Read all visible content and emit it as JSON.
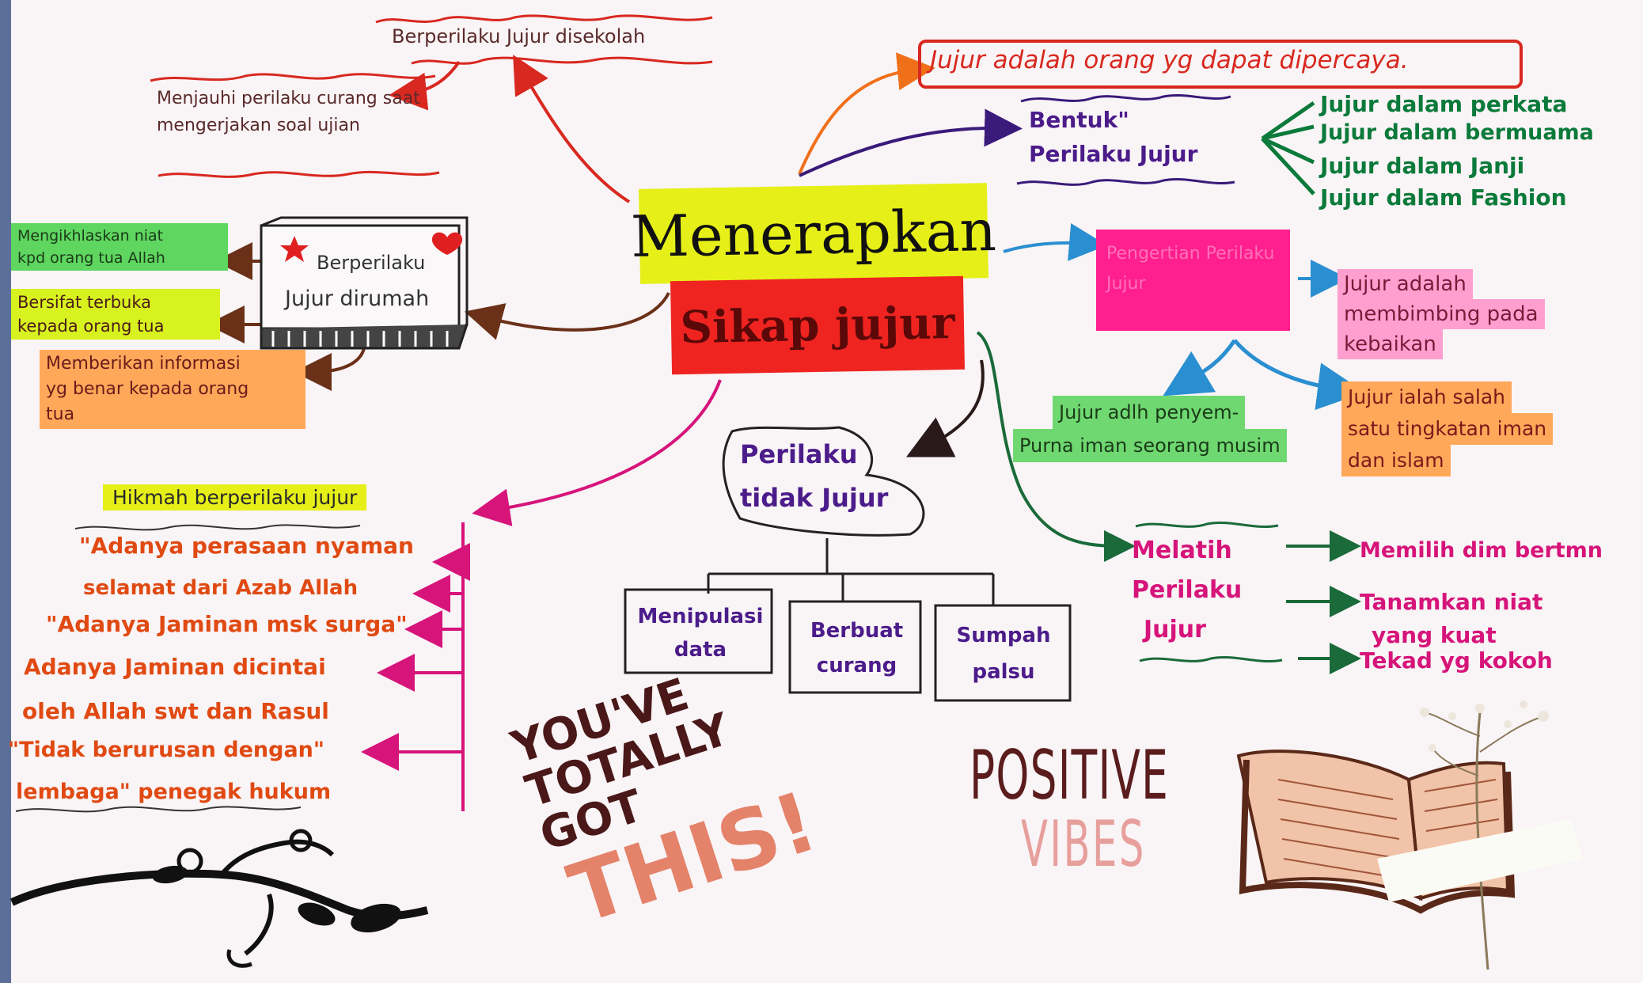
{
  "center": {
    "line1": "Menerapkan",
    "line2": "Sikap jujur"
  },
  "school": {
    "title": "Berperilaku Jujur disekolah",
    "item": "Menjauhi perilaku curang saat mengerjakan soal ujian"
  },
  "trust": "Jujur adalah orang yg dapat dipercaya.",
  "forms": {
    "title_line1": "Bentuk\"",
    "title_line2": "Perilaku Jujur",
    "items": [
      "Jujur dalam perkata",
      "Jujur dalam bermuama",
      "Jujur dalam Janji",
      "Jujur dalam Fashion"
    ]
  },
  "home": {
    "title_line1": "Berperilaku",
    "title_line2": "Jujur dirumah",
    "items": [
      {
        "line1": "Mengikhlaskan niat",
        "line2": "kpd orang tua Allah"
      },
      {
        "line1": "Bersifat terbuka",
        "line2": "kepada orang tua"
      },
      {
        "line1": "Memberikan informasi",
        "line2": "yg benar kepada orang",
        "line3": "tua"
      }
    ]
  },
  "meaning": {
    "box_text": "Pengertian Perilaku Jujur",
    "def1": [
      "Jujur adalah",
      "membimbing pada",
      "kebaikan"
    ],
    "def2": [
      "Jujur ialah salah",
      "satu tingkatan iman",
      "dan islam"
    ],
    "def3": [
      "Jujur adlh penyem-",
      "Purna iman seorang musim"
    ]
  },
  "dishonest": {
    "title_line1": "Perilaku",
    "title_line2": "tidak Jujur",
    "items": [
      {
        "line1": "Menipulasi",
        "line2": "data"
      },
      {
        "line1": "Berbuat",
        "line2": "curang"
      },
      {
        "line1": "Sumpah",
        "line2": "palsu"
      }
    ]
  },
  "wisdom": {
    "title": "Hikmah berperilaku jujur",
    "items": [
      "\"Adanya perasaan nyaman",
      "selamat dari Azab Allah",
      "\"Adanya Jaminan msk surga\"",
      "Adanya Jaminan dicintai",
      "oleh Allah swt dan Rasul",
      "\"Tidak berurusan dengan\"",
      "lembaga\" penegak hukum"
    ]
  },
  "train": {
    "title_line1": "Melatih",
    "title_line2": "Perilaku",
    "title_line3": "Jujur",
    "items": [
      {
        "line1": "Memilih dim bertmn"
      },
      {
        "line1": "Tanamkan niat",
        "line2": "yang kuat"
      },
      {
        "line1": "Tekad yg kokoh"
      }
    ]
  },
  "stickers": {
    "got_this": "YOU'VE TOTALLY GOT",
    "this": "THIS!",
    "positive": "POSITIVE",
    "vibes": "VIBES"
  },
  "colors": {
    "yellow_highlight": "#e6f018",
    "red_highlight": "#ef2420",
    "pink_box": "#ff1f8e",
    "green_highlight": "#5fd65f",
    "orange_highlight": "#ffa85a",
    "light_pink_highlight": "#ff9fcf"
  }
}
